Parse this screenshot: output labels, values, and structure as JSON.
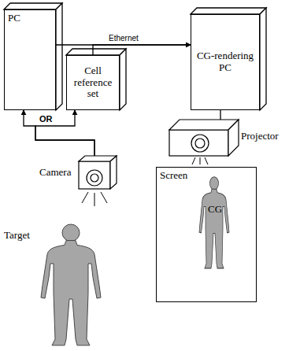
{
  "diagram": {
    "nodes": [
      {
        "text": [
          "PC"
        ]
      },
      {
        "text": [
          "Cell reference set"
        ]
      },
      {
        "text": [
          "CG-rendering PC"
        ]
      },
      {
        "text": [
          "Projector"
        ]
      },
      {
        "text": [
          "Camera"
        ]
      },
      {
        "text": [
          "Screen"
        ]
      },
      {
        "text": [
          "CG"
        ],
        "in": 5
      },
      {
        "text": [
          "Target"
        ]
      }
    ],
    "edges": [
      {
        "from": 0,
        "to": 2,
        "arrow": "to",
        "label": "Ethernet"
      },
      {
        "from": 1,
        "to": 2,
        "arrow": "to"
      },
      {
        "from": 4,
        "to": 0,
        "arrow": "to"
      },
      {
        "from": 4,
        "to": 1,
        "arrow": "to"
      },
      {
        "from": 2,
        "to": 3,
        "arrow": "none"
      }
    ],
    "labels": [
      "OR"
    ]
  }
}
